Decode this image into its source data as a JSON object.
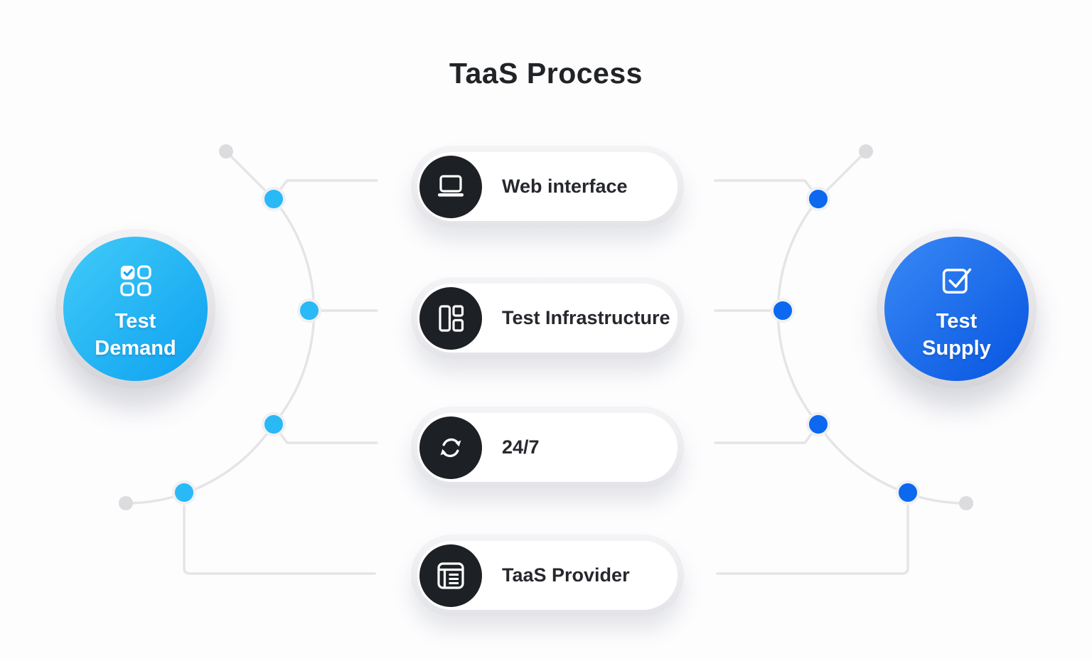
{
  "title": "TaaS Process",
  "nodes": {
    "demand": {
      "line1": "Test",
      "line2": "Demand",
      "icon": "task-grid-icon"
    },
    "supply": {
      "line1": "Test",
      "line2": "Supply",
      "icon": "checkbox-icon"
    }
  },
  "steps": [
    {
      "label": "Web interface",
      "icon": "laptop-icon"
    },
    {
      "label": "Test Infrastructure",
      "icon": "layout-icon"
    },
    {
      "label": "24/7",
      "icon": "sync-icon"
    },
    {
      "label": "TaaS Provider",
      "icon": "document-icon"
    }
  ],
  "colors": {
    "background": "#fdfdfe",
    "title_text": "#212327",
    "pill_text": "#26282d",
    "icon_circle": "#1d2025",
    "connector_line": "#e5e5e8",
    "connector_endpoint": "#dcdcdf",
    "dot_ring": "#f0f0f3",
    "demand_dot": "#29b9f6",
    "supply_dot": "#0c68ee",
    "demand_gradient_start": "#41cbf8",
    "demand_gradient_end": "#0da1f0",
    "supply_gradient_start": "#3a89f5",
    "supply_gradient_end": "#0655e1",
    "node_text": "#ffffff"
  }
}
